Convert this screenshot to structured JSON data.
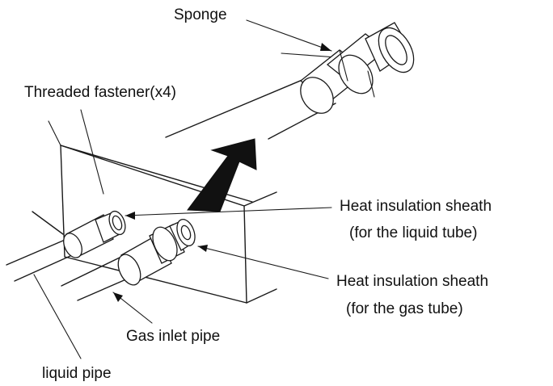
{
  "labels": {
    "sponge": "Sponge",
    "fastener": "Threaded fastener(x4)",
    "liquid_sheath_line1": "Heat insulation sheath",
    "liquid_sheath_line2": "(for the liquid tube)",
    "gas_sheath_line1": "Heat insulation sheath",
    "gas_sheath_line2": "(for the gas tube)",
    "gas_inlet": "Gas inlet pipe",
    "liquid_pipe": "liquid pipe"
  },
  "colors": {
    "line": "#1a1a1a",
    "background": "#ffffff"
  }
}
